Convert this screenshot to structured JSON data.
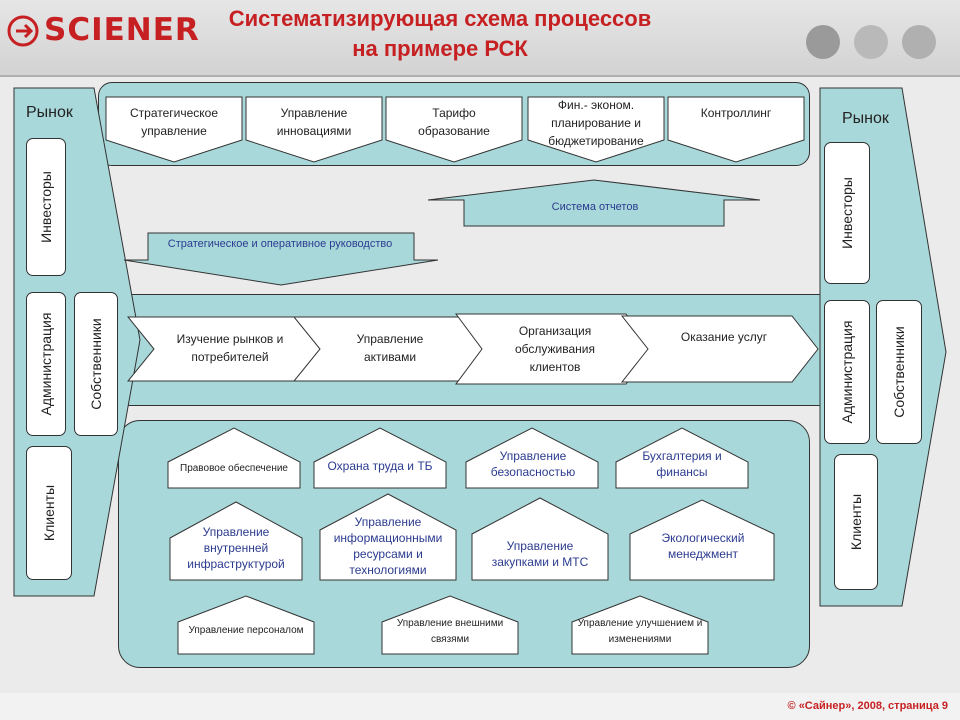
{
  "header": {
    "logo": "SCIENER",
    "title_line1": "Систематизирующая схема процессов",
    "title_line2": "на примере РСК"
  },
  "footer": {
    "copyright": "© «Сайнер», 2008,  страница 9"
  },
  "colors": {
    "accent_red": "#c62022",
    "box_fill": "#a9d8da",
    "label_blue": "#2b3b8f"
  },
  "left_panel": {
    "title": "Рынок",
    "investors": "Инвесторы",
    "administration": "Администрация",
    "owners": "Собственники",
    "clients": "Клиенты"
  },
  "right_panel": {
    "title": "Рынок",
    "investors": "Инвесторы",
    "administration": "Администрация",
    "owners": "Собственники",
    "clients": "Клиенты"
  },
  "management": {
    "items": [
      "Стратегическое управление",
      "Управление инновациями",
      "Тарифо образование",
      "Фин.- эконом. планирование и бюджетирование",
      "Контроллинг"
    ]
  },
  "arrows": {
    "reporting": "Система отчетов",
    "strategic": "Стратегическое и оперативное руководство"
  },
  "core": {
    "items": [
      "Изучение рынков и потребителей",
      "Управление активами",
      "Организация обслуживания клиентов",
      "Оказание услуг"
    ]
  },
  "support": {
    "items": [
      "Правовое обеспечение",
      "Охрана труда и ТБ",
      "Управление безопасностью",
      "Бухгалтерия и финансы",
      "Управление внутренней инфраструктурой",
      "Управление информационными ресурсами и технологиями",
      "Управление закупками и МТС",
      "Экологический менеджмент",
      "Управление персоналом",
      "Управление внешними связями",
      "Управление улучшением и изменениями"
    ]
  }
}
